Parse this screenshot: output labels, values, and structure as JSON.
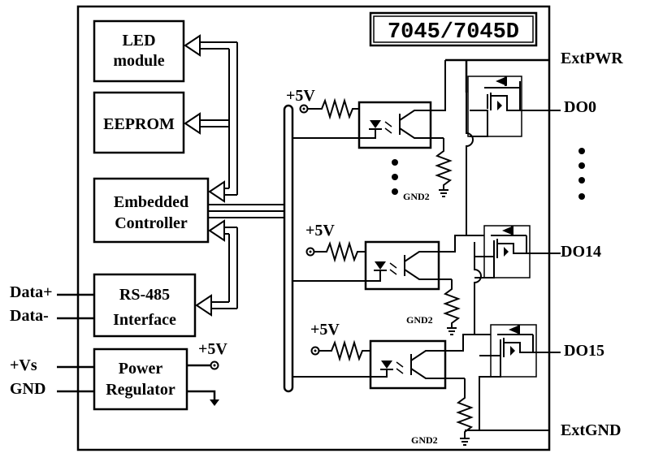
{
  "title": "7045/7045D",
  "blocks": {
    "led": [
      "LED",
      "module"
    ],
    "eeprom": "EEPROM",
    "controller": [
      "Embedded",
      "Controller"
    ],
    "rs485": [
      "RS-485",
      "Interface"
    ],
    "power": [
      "Power",
      "Regulator"
    ]
  },
  "terminals": {
    "data_plus": "Data+",
    "data_minus": "Data-",
    "vs": "+Vs",
    "gnd": "GND",
    "extpwr": "ExtPWR",
    "do0": "DO0",
    "do14": "DO14",
    "do15": "DO15",
    "extgnd": "ExtGND"
  },
  "supply": {
    "v5_regulator": "+5V",
    "v5_ch0": "+5V",
    "v5_ch14": "+5V",
    "v5_ch15": "+5V"
  },
  "grounds": {
    "gnd2_ch0": "GND2",
    "gnd2_ch14": "GND2",
    "gnd2_ch15": "GND2"
  },
  "colors": {
    "line": "#000000",
    "background": "#ffffff"
  }
}
